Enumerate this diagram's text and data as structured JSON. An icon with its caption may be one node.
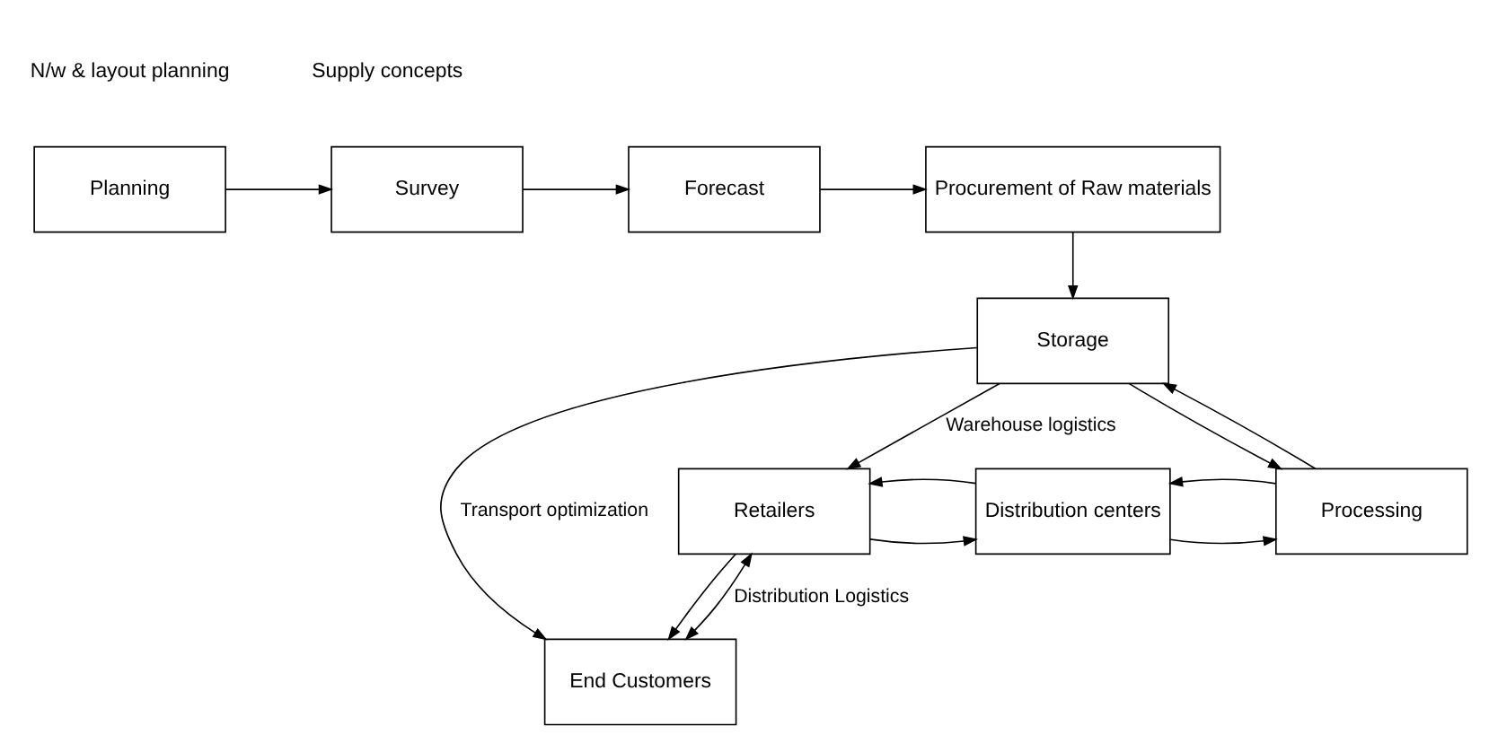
{
  "diagram": {
    "nodes": [
      {
        "text": [
          "Planning"
        ]
      },
      {
        "text": [
          "Survey"
        ]
      },
      {
        "text": [
          "Forecast"
        ]
      },
      {
        "text": [
          "Procurement of Raw materials"
        ]
      },
      {
        "text": [
          "Storage"
        ]
      },
      {
        "text": [
          "End Customers"
        ]
      },
      {
        "text": [
          "Retailers"
        ]
      },
      {
        "text": [
          "Distribution centers"
        ]
      },
      {
        "text": [
          "Processing"
        ]
      }
    ],
    "edges": [
      {
        "from": 0,
        "to": 1,
        "arrow": "to"
      },
      {
        "from": 1,
        "to": 2,
        "arrow": "to"
      },
      {
        "from": 2,
        "to": 3,
        "arrow": "to"
      },
      {
        "from": 3,
        "to": 4,
        "arrow": "to"
      },
      {
        "from": 4,
        "to": 8,
        "arrow": "to"
      },
      {
        "from": 8,
        "to": 4,
        "arrow": "to"
      },
      {
        "from": 7,
        "to": 8,
        "arrow": "to"
      },
      {
        "from": 8,
        "to": 7,
        "arrow": "to"
      },
      {
        "from": 6,
        "to": 7,
        "arrow": "to"
      },
      {
        "from": 7,
        "to": 6,
        "arrow": "to"
      },
      {
        "from": 6,
        "to": 5,
        "arrow": "to"
      },
      {
        "from": 5,
        "to": 6,
        "label": "Distribution Logistics",
        "arrow": "both"
      },
      {
        "from": 4,
        "to": 6,
        "label": "Warehouse logistics",
        "arrow": "to"
      },
      {
        "from": 4,
        "to": 5,
        "label": "Transport optimization",
        "arrow": "to"
      }
    ],
    "labels": [
      "N/w & layout planning",
      "Supply concepts"
    ]
  }
}
